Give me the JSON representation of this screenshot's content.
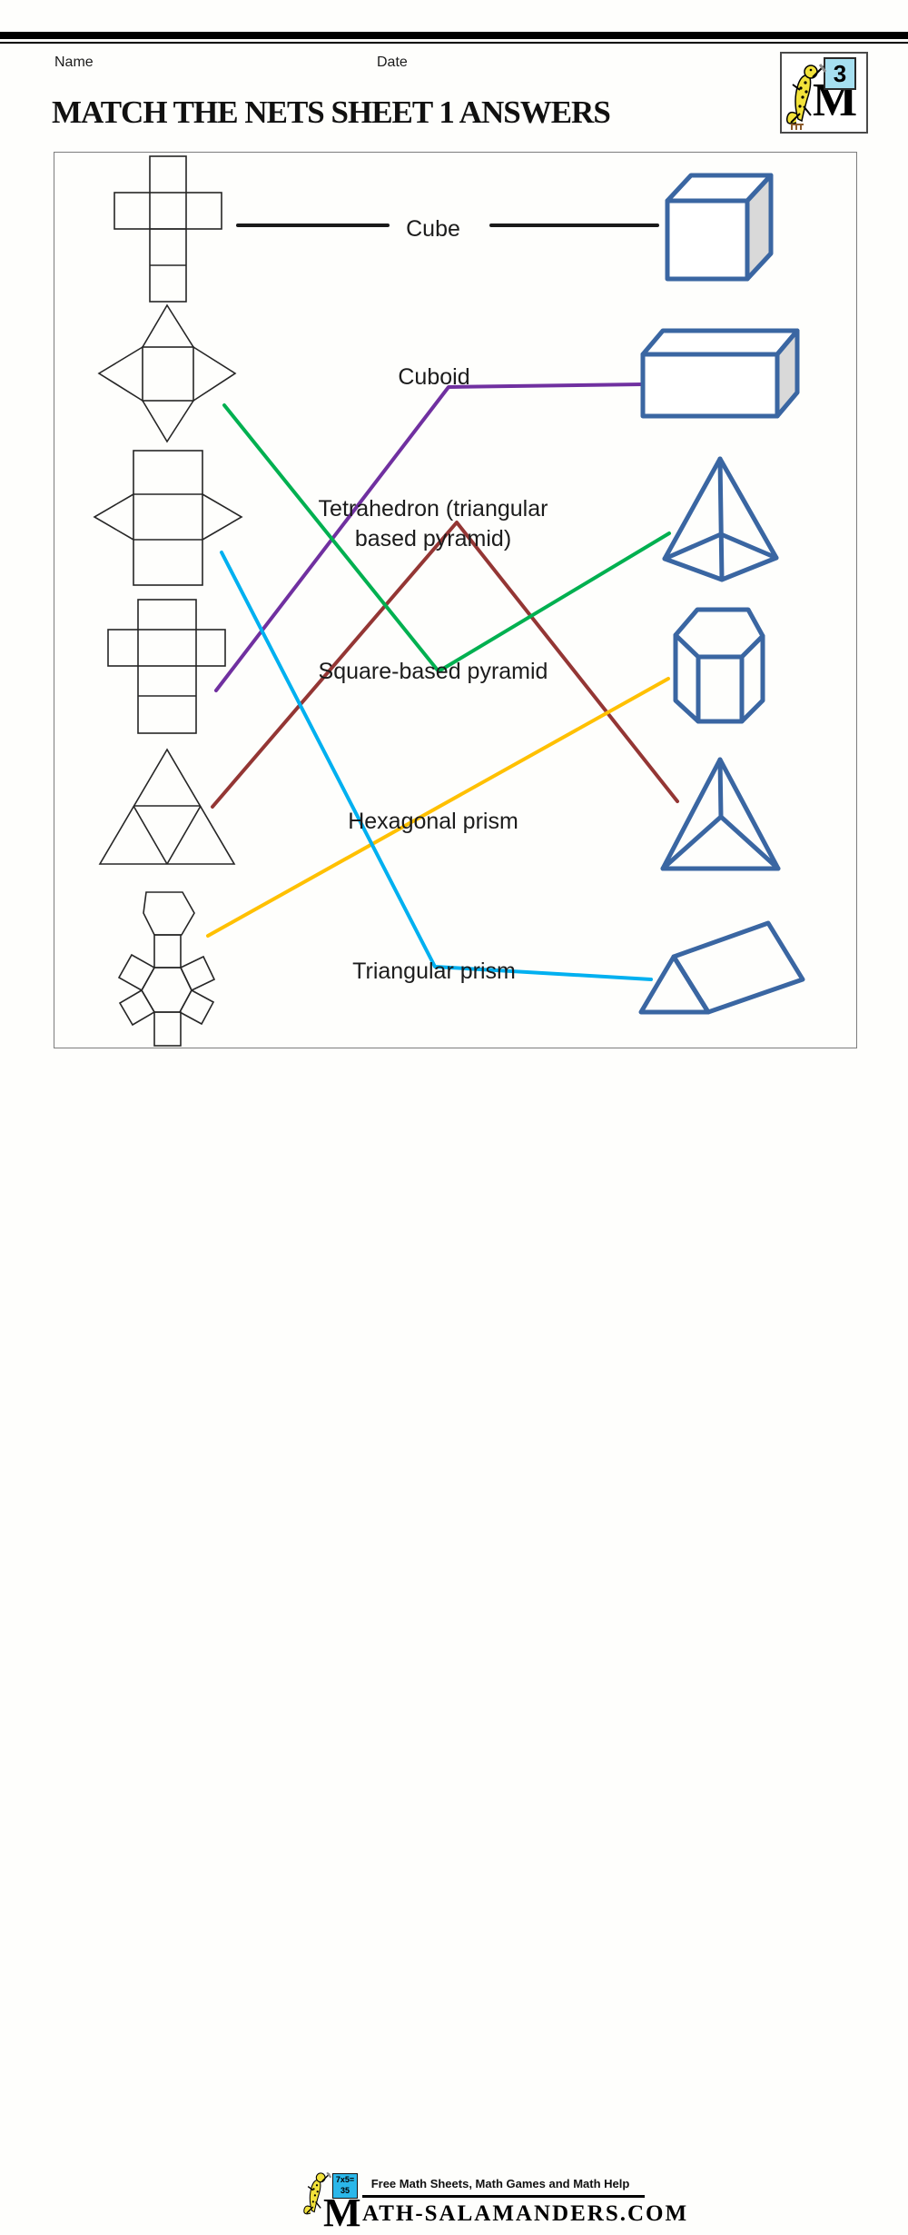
{
  "header": {
    "name_label": "Name",
    "date_label": "Date",
    "title": "MATCH THE NETS SHEET 1 ANSWERS"
  },
  "corner_logo": {
    "grade_number": "3",
    "letter_m": "M"
  },
  "labels": [
    {
      "id": "cube",
      "text": "Cube"
    },
    {
      "id": "cuboid",
      "text": "Cuboid"
    },
    {
      "id": "tetrahedron",
      "line1": "Tetrahedron (triangular",
      "line2": "based pyramid)"
    },
    {
      "id": "square-pyramid",
      "text": "Square-based pyramid"
    },
    {
      "id": "hexagonal-prism",
      "text": "Hexagonal prism"
    },
    {
      "id": "triangular-prism",
      "text": "Triangular prism"
    }
  ],
  "connections": [
    {
      "net": "cube-net",
      "label": "Cube",
      "solid": "cube",
      "color": "#1a1a1a"
    },
    {
      "net": "cuboid-net",
      "label": "Cuboid",
      "solid": "cuboid",
      "color": "#7030a0"
    },
    {
      "net": "tetrahedron-net",
      "label": "Tetrahedron (triangular based pyramid)",
      "solid": "tetrahedron",
      "color": "#943634"
    },
    {
      "net": "square-pyramid-net",
      "label": "Square-based pyramid",
      "solid": "square-based-pyramid",
      "color": "#00b050"
    },
    {
      "net": "hexagonal-prism-net",
      "label": "Hexagonal prism",
      "solid": "hexagonal-prism",
      "color": "#ffc000"
    },
    {
      "net": "triangular-prism-net",
      "label": "Triangular prism",
      "solid": "triangular-prism",
      "color": "#00b0f0"
    }
  ],
  "palette": {
    "net_stroke": "#262626",
    "solid_stroke": "#3a66a2",
    "shaded_face": "#d9d9d9",
    "white_face": "#ffffff"
  },
  "footer": {
    "tagline": "Free Math Sheets, Math Games and Math Help",
    "brand_m": "M",
    "brand_rest": "ATH-SALAMANDERS.COM",
    "card_line1": "7x5=",
    "card_line2": "35"
  }
}
